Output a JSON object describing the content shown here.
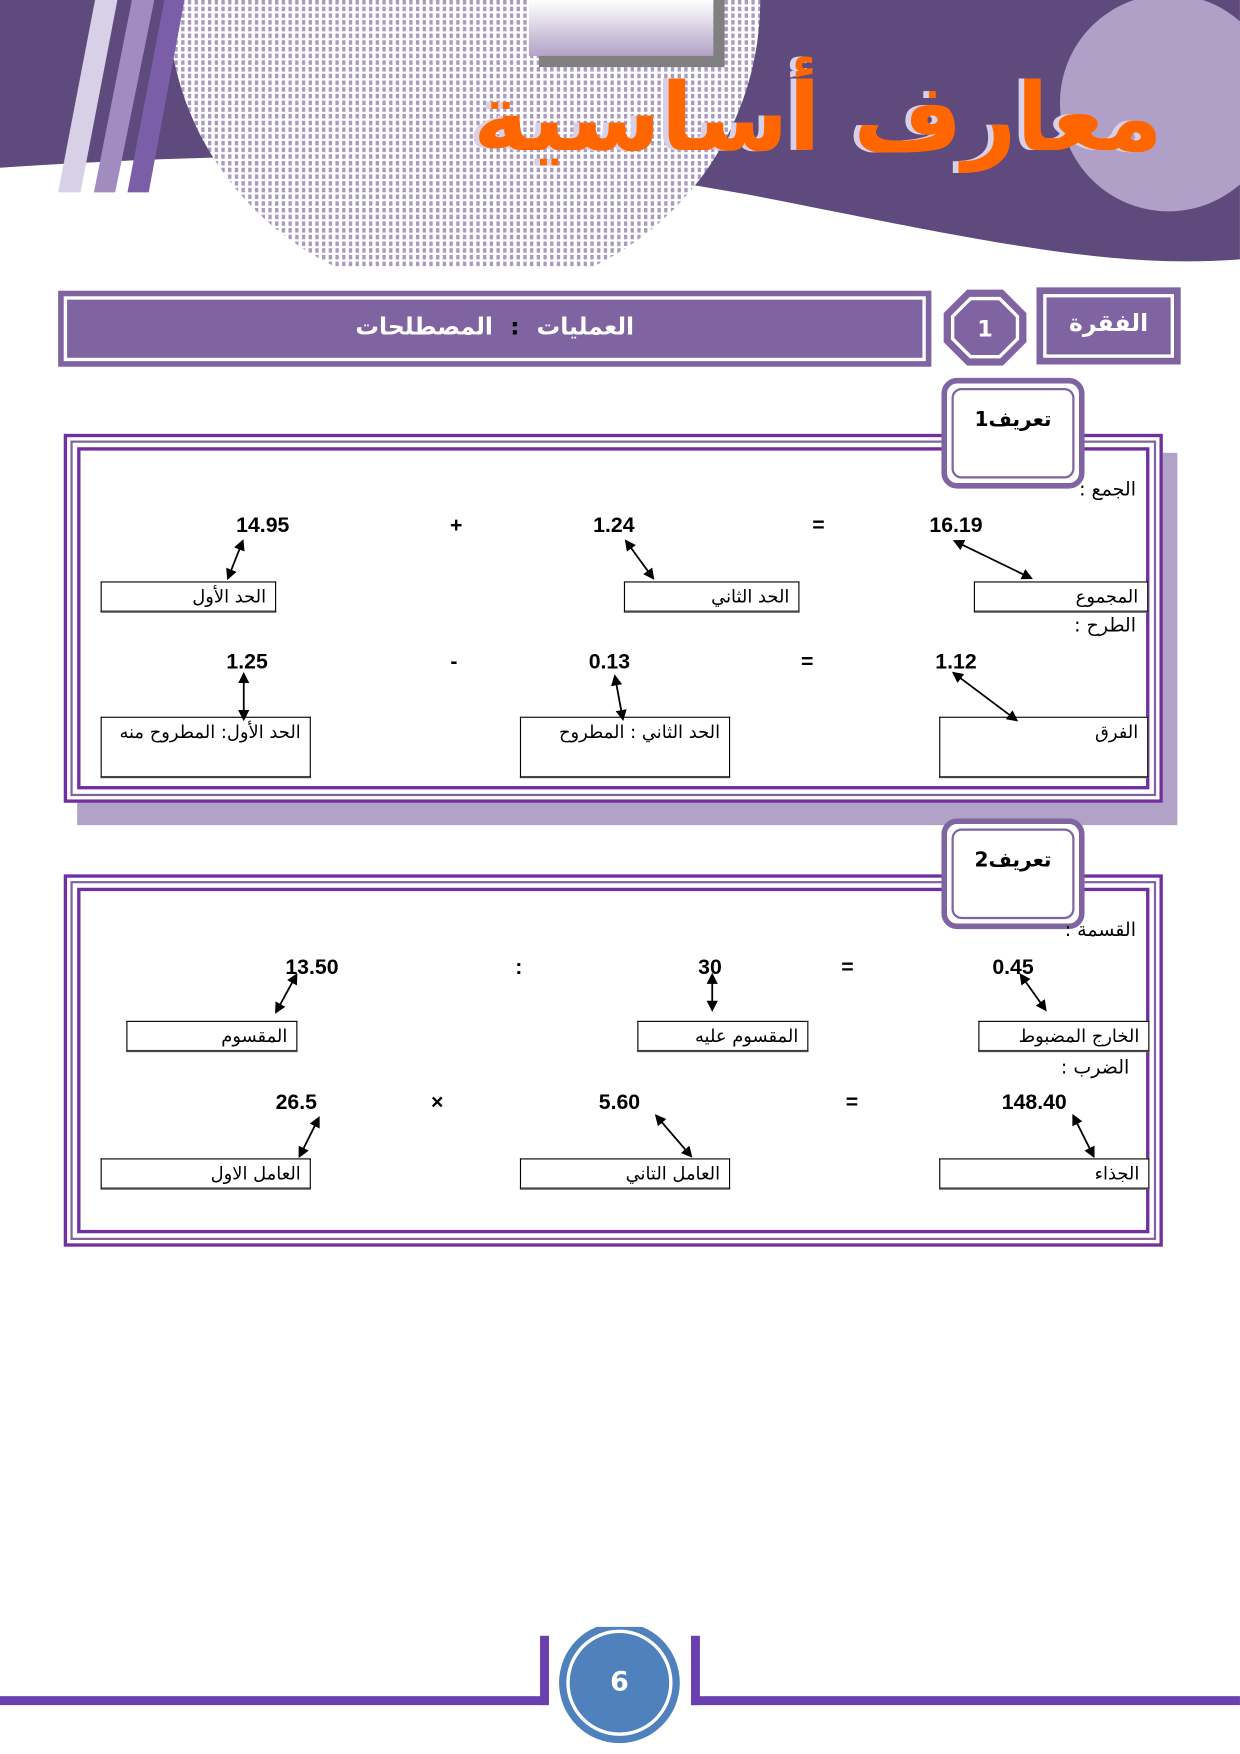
{
  "header": {
    "title": "معارف أساسية",
    "colors": {
      "banner": "#5e4a7c",
      "title": "#ff6600",
      "accent": "#8064a2"
    }
  },
  "section": {
    "label": "الفقرة",
    "number": "1",
    "title_part1": "العمليات",
    "separator": ":",
    "title_part2": "المصطلحات"
  },
  "definition1": {
    "tab": "تعريف1",
    "addition": {
      "heading": "الجمع :",
      "values": [
        "14.95",
        "+",
        "1.24",
        "=",
        "16.19"
      ],
      "terms": [
        "الحد الأول",
        "الحد الثاني",
        "المجموع"
      ]
    },
    "subtraction": {
      "heading": "الطرح :",
      "values": [
        "1.25",
        "-",
        "0.13",
        "=",
        "1.12"
      ],
      "terms": [
        "الحد الأول: المطروح منه",
        "الحد الثاني : المطروح",
        "الفرق"
      ]
    }
  },
  "definition2": {
    "tab": "تعريف2",
    "division": {
      "heading": "القسمة :",
      "values": [
        "13.50",
        ":",
        "30",
        "=",
        "0.45"
      ],
      "terms": [
        "المقسوم",
        "المقسوم عليه",
        "الخارج المضبوط"
      ]
    },
    "multiplication": {
      "heading": "الضرب :",
      "values": [
        "26.5",
        "×",
        "5.60",
        "=",
        "148.40"
      ],
      "terms": [
        "العامل الاول",
        "العامل التاني",
        "الجذاء"
      ]
    }
  },
  "footer": {
    "page_number": "6"
  }
}
